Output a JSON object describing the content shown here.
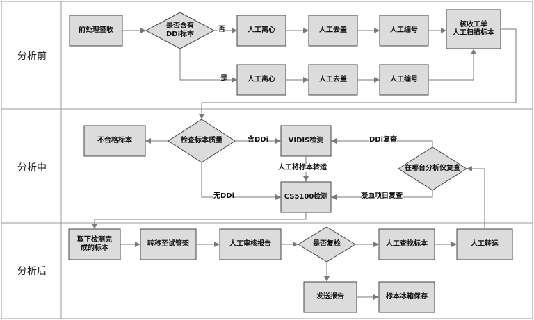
{
  "lanes": {
    "before": "分析前",
    "during": "分析中",
    "after": "分析后"
  },
  "nodes": {
    "preprocess": "前处理签收",
    "has_ddi": "是否含有\nDDi标本",
    "centrifuge_1": "人工离心",
    "decap_1": "人工去盖",
    "number_1": "人工编号",
    "scan": "核收工单\n人工扫描标本",
    "centrifuge_2": "人工离心",
    "decap_2": "人工去盖",
    "number_2": "人工编号",
    "unqualified": "不合格标本",
    "check_quality": "检查标本质量",
    "vidis": "VIDIS检测",
    "cs5100": "CS5100检测",
    "which_analyzer": "在哪台分析仪复查",
    "remove_specimen": "取下检测完\n成的标本",
    "transfer_rack": "转移至试管架",
    "review_report": "人工审核报告",
    "need_recheck": "是否复检",
    "find_specimen": "人工查找标本",
    "manual_transport_2": "人工转运",
    "send_report": "发送报告",
    "fridge": "标本冰箱保存"
  },
  "edges": {
    "no": "否",
    "yes": "是",
    "contains_ddi": "含DDi",
    "no_ddi": "无DDi",
    "manual_transfer": "人工将标本转运",
    "ddi_recheck": "DDi复查",
    "coag_recheck": "凝血项目复查"
  },
  "colors": {
    "node_fill": "#dcdcdc",
    "node_stroke": "#444444",
    "lane_border": "#9a9a9a",
    "arrow": "#7a7a7a",
    "text": "#111111"
  }
}
